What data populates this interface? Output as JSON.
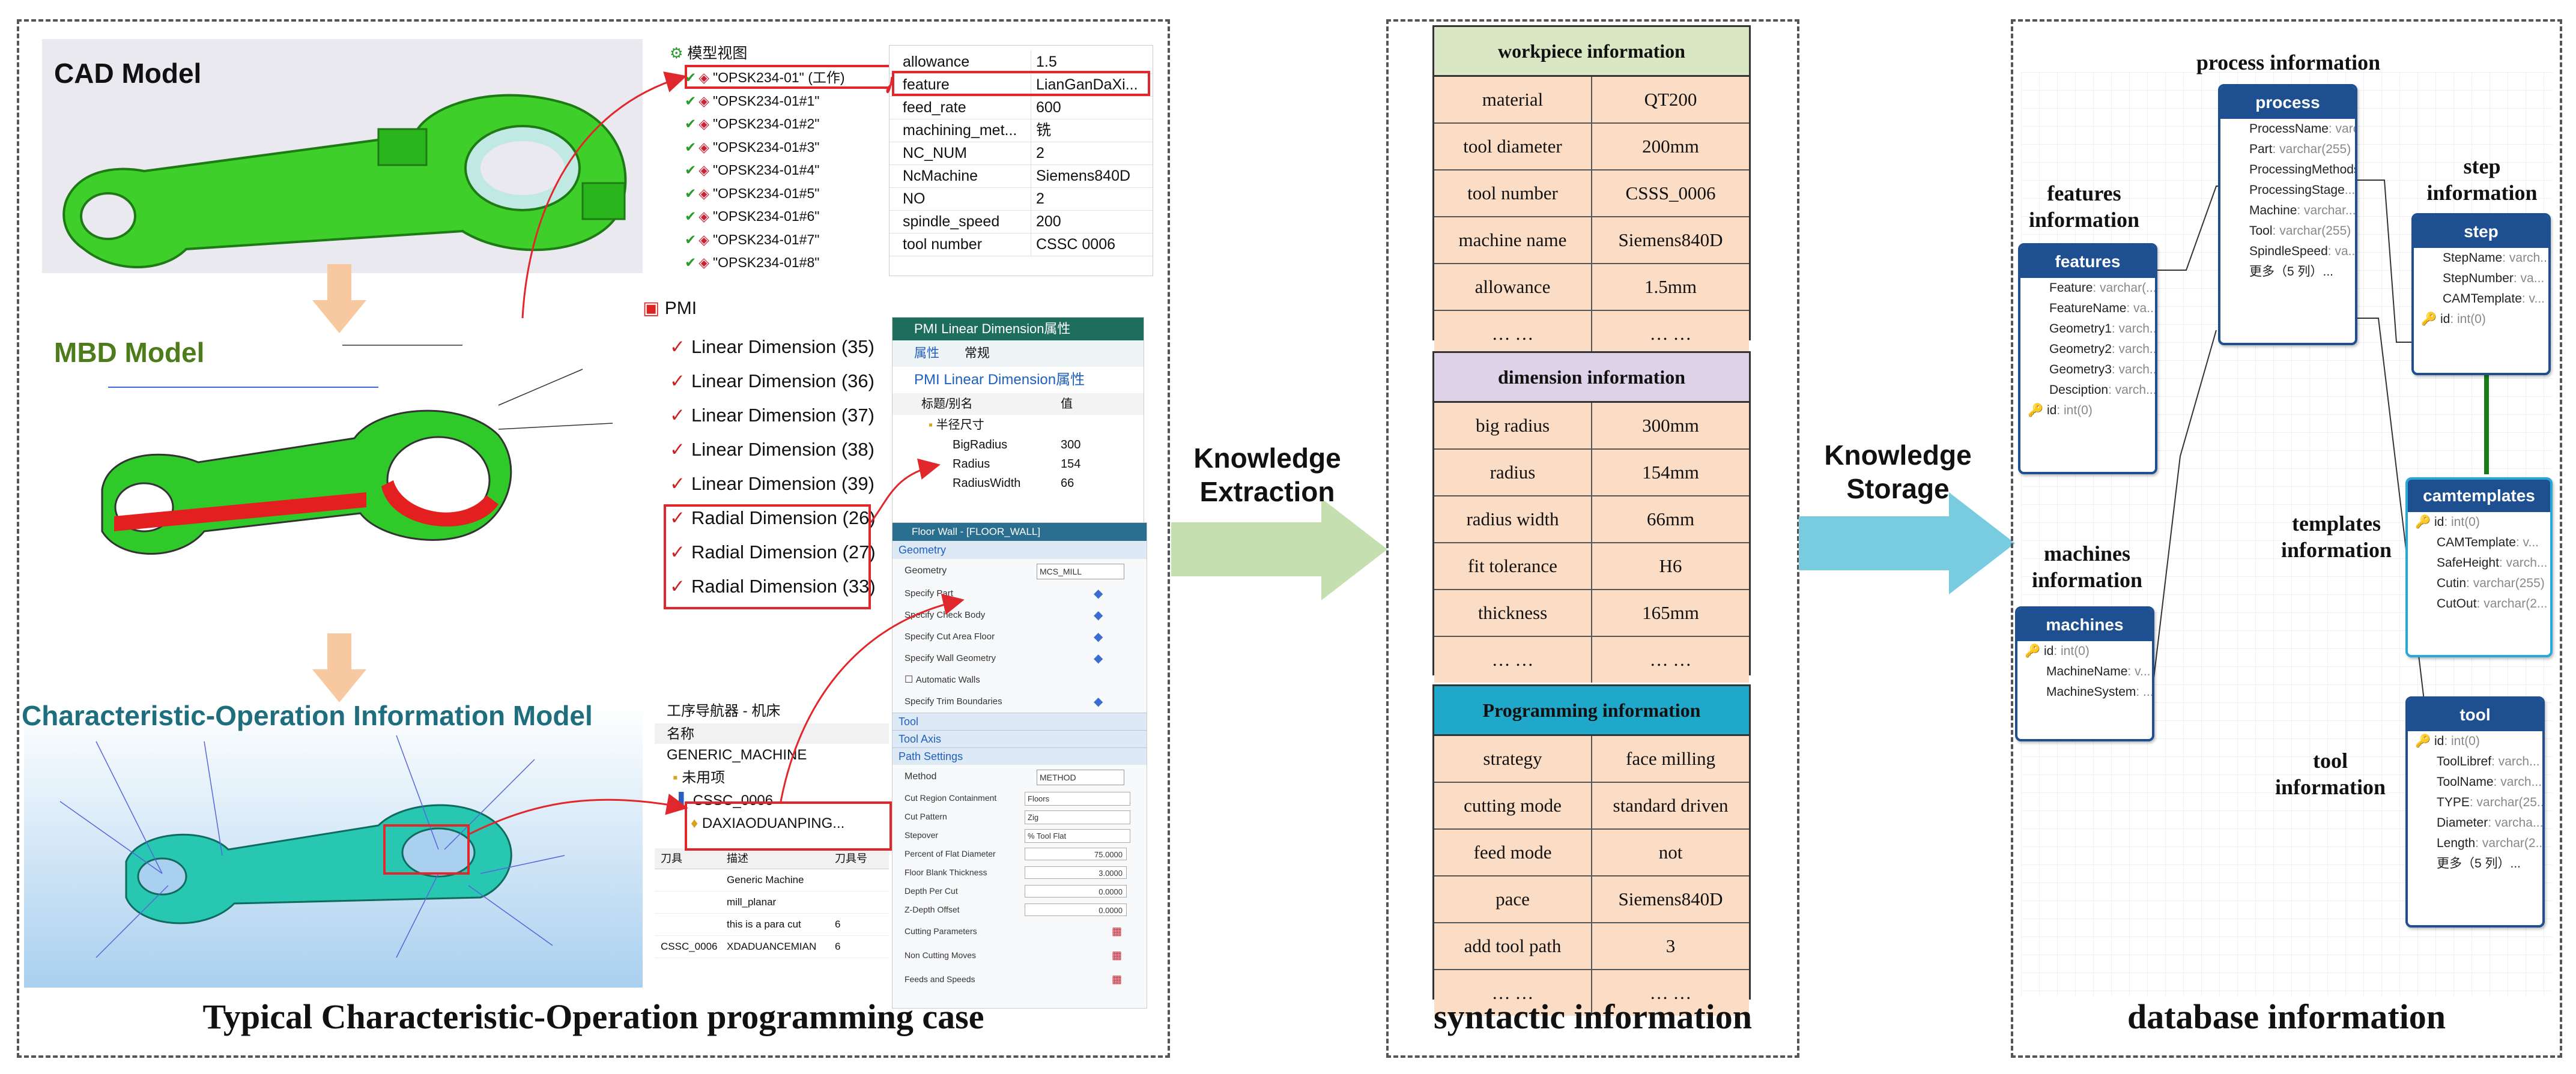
{
  "sections": {
    "case_title": "Typical Characteristic-Operation programming case",
    "syntactic_title": "syntactic information",
    "database_title": "database information"
  },
  "flow_labels": {
    "cad": "CAD Model",
    "mbd": "MBD Model",
    "com": "Characteristic-Operation Information Model"
  },
  "arrows": {
    "extraction": "Knowledge Extraction",
    "storage": "Knowledge Storage"
  },
  "model_tree": {
    "root": "模型视图",
    "items": [
      "\"OPSK234-01\" (工作)",
      "\"OPSK234-01#1\"",
      "\"OPSK234-01#2\"",
      "\"OPSK234-01#3\"",
      "\"OPSK234-01#4\"",
      "\"OPSK234-01#5\"",
      "\"OPSK234-01#6\"",
      "\"OPSK234-01#7\"",
      "\"OPSK234-01#8\""
    ]
  },
  "attributes": [
    [
      "allowance",
      "1.5"
    ],
    [
      "feature",
      "LianGanDaXi..."
    ],
    [
      "feed_rate",
      "600"
    ],
    [
      "machining_met...",
      "铣"
    ],
    [
      "NC_NUM",
      "2"
    ],
    [
      "NcMachine",
      "Siemens840D"
    ],
    [
      "NO",
      "2"
    ],
    [
      "spindle_speed",
      "200"
    ],
    [
      "tool number",
      "CSSC 0006"
    ]
  ],
  "pmi": {
    "root": "PMI",
    "items": [
      "Linear Dimension (35)",
      "Linear Dimension (36)",
      "Linear Dimension (37)",
      "Linear Dimension (38)",
      "Linear Dimension (39)",
      "Radial Dimension (26)",
      "Radial Dimension (27)",
      "Radial Dimension (33)"
    ]
  },
  "pmi_prop": {
    "title": "PMI Linear Dimension属性",
    "tab1": "属性",
    "tab2": "常规",
    "subtitle": "PMI Linear Dimension属性",
    "col1": "标题/别名",
    "col2": "值",
    "group": "半径尺寸",
    "rows": [
      [
        "BigRadius",
        "300"
      ],
      [
        "Radius",
        "154"
      ],
      [
        "RadiusWidth",
        "66"
      ]
    ]
  },
  "floor_wall": {
    "title": "Floor Wall - [FLOOR_WALL]",
    "geometry": "Geometry",
    "geometry_label": "Geometry",
    "geometry_value": "MCS_MILL",
    "specs": [
      "Specify Part",
      "Specify Check Body",
      "Specify Cut Area Floor",
      "Specify Wall Geometry",
      "Automatic Walls",
      "Specify Trim Boundaries"
    ],
    "tool": "Tool",
    "tool_axis": "Tool Axis",
    "path_settings": "Path Settings",
    "method_label": "Method",
    "method_value": "METHOD",
    "params": [
      [
        "Cut Region Containment",
        "Floors"
      ],
      [
        "Cut Pattern",
        "Zig"
      ],
      [
        "Stepover",
        "% Tool Flat"
      ],
      [
        "Percent of Flat Diameter",
        "75.0000"
      ],
      [
        "Floor Blank Thickness",
        "3.0000"
      ],
      [
        "Depth Per Cut",
        "0.0000"
      ],
      [
        "Z-Depth Offset",
        "0.0000"
      ]
    ],
    "footer": [
      "Cutting Parameters",
      "Non Cutting Moves",
      "Feeds and Speeds"
    ]
  },
  "op_nav": {
    "title": "工序导航器 - 机床",
    "col": "名称",
    "machine": "GENERIC_MACHINE",
    "unused": "未用项",
    "tool": "CSSC_0006",
    "op": "DAXIAODUANPING...",
    "table_headers": [
      "刀具",
      "描述",
      "刀具号"
    ],
    "table_rows": [
      [
        "",
        "Generic Machine",
        ""
      ],
      [
        "",
        "mill_planar",
        ""
      ],
      [
        "",
        "this is a para cut",
        "6"
      ],
      [
        "CSSC_0006",
        "XDADUANCEMIAN",
        "6"
      ]
    ]
  },
  "tables": {
    "workpiece": {
      "title": "workpiece information",
      "rows": [
        [
          "material",
          "QT200"
        ],
        [
          "tool diameter",
          "200mm"
        ],
        [
          "tool number",
          "CSSS_0006"
        ],
        [
          "machine name",
          "Siemens840D"
        ],
        [
          "allowance",
          "1.5mm"
        ],
        [
          "… …",
          "… …"
        ]
      ]
    },
    "dimension": {
      "title": "dimension information",
      "rows": [
        [
          "big radius",
          "300mm"
        ],
        [
          "radius",
          "154mm"
        ],
        [
          "radius width",
          "66mm"
        ],
        [
          "fit tolerance",
          "H6"
        ],
        [
          "thickness",
          "165mm"
        ],
        [
          "… …",
          "… …"
        ]
      ]
    },
    "programming": {
      "title": "Programming information",
      "rows": [
        [
          "strategy",
          "face milling"
        ],
        [
          "cutting mode",
          "standard driven"
        ],
        [
          "feed mode",
          "not"
        ],
        [
          "pace",
          "Siemens840D"
        ],
        [
          "add tool path",
          "3"
        ],
        [
          "… …",
          "… …"
        ]
      ]
    }
  },
  "db_labels": {
    "process": "process information",
    "features": "features information",
    "step": "step information",
    "templates": "templates information",
    "machines": "machines information",
    "tool": "tool information"
  },
  "entities": {
    "process": {
      "name": "process",
      "fields": [
        [
          "ProcessName",
          ": varchar..."
        ],
        [
          "Part",
          ": varchar(255)"
        ],
        [
          "ProcessingMethods",
          ""
        ],
        [
          "ProcessingStage",
          "..."
        ],
        [
          "Machine",
          ": varchar..."
        ],
        [
          "Tool",
          ": varchar(255)"
        ],
        [
          "SpindleSpeed",
          ": va..."
        ],
        [
          "更多（5 列）...",
          ""
        ]
      ]
    },
    "features": {
      "name": "features",
      "fields": [
        [
          "Feature",
          ": varchar(..."
        ],
        [
          "FeatureName",
          ": va..."
        ],
        [
          "Geometry1",
          ": varch..."
        ],
        [
          "Geometry2",
          ": varch..."
        ],
        [
          "Geometry3",
          ": varch..."
        ],
        [
          "Desciption",
          ": varch..."
        ],
        [
          "id",
          ": int(0)"
        ]
      ]
    },
    "step": {
      "name": "step",
      "fields": [
        [
          "StepName",
          ": varch..."
        ],
        [
          "StepNumber",
          ": va..."
        ],
        [
          "CAMTemplate",
          ": v..."
        ],
        [
          "id",
          ": int(0)"
        ]
      ]
    },
    "camtemplates": {
      "name": "camtemplates",
      "fields": [
        [
          "id",
          ": int(0)"
        ],
        [
          "CAMTemplate",
          ": v..."
        ],
        [
          "SafeHeight",
          ": varch..."
        ],
        [
          "Cutin",
          ": varchar(255)"
        ],
        [
          "CutOut",
          ": varchar(2..."
        ]
      ]
    },
    "machines": {
      "name": "machines",
      "fields": [
        [
          "id",
          ": int(0)"
        ],
        [
          "MachineName",
          ": v..."
        ],
        [
          "MachineSystem",
          ": ..."
        ]
      ]
    },
    "tool": {
      "name": "tool",
      "fields": [
        [
          "id",
          ": int(0)"
        ],
        [
          "ToolLibref",
          ": varch..."
        ],
        [
          "ToolName",
          ": varch..."
        ],
        [
          "TYPE",
          ": varchar(25..."
        ],
        [
          "Diameter",
          ": varcha..."
        ],
        [
          "Length",
          ": varchar(2..."
        ],
        [
          "更多（5 列）...",
          ""
        ]
      ]
    }
  },
  "colors": {
    "workpiece_header": "#d9e7c4",
    "workpiece_body": "#fbdcc4",
    "dimension_header": "#ddd2e8",
    "dimension_body": "#fbdcc4",
    "programming_header": "#1fa8c9",
    "programming_body": "#fbdcc4",
    "arrow_green": "#c5dfb0",
    "arrow_blue": "#79cbe0",
    "entity_blue": "#1d4f91",
    "down_arrow": "#f8c9a0"
  }
}
